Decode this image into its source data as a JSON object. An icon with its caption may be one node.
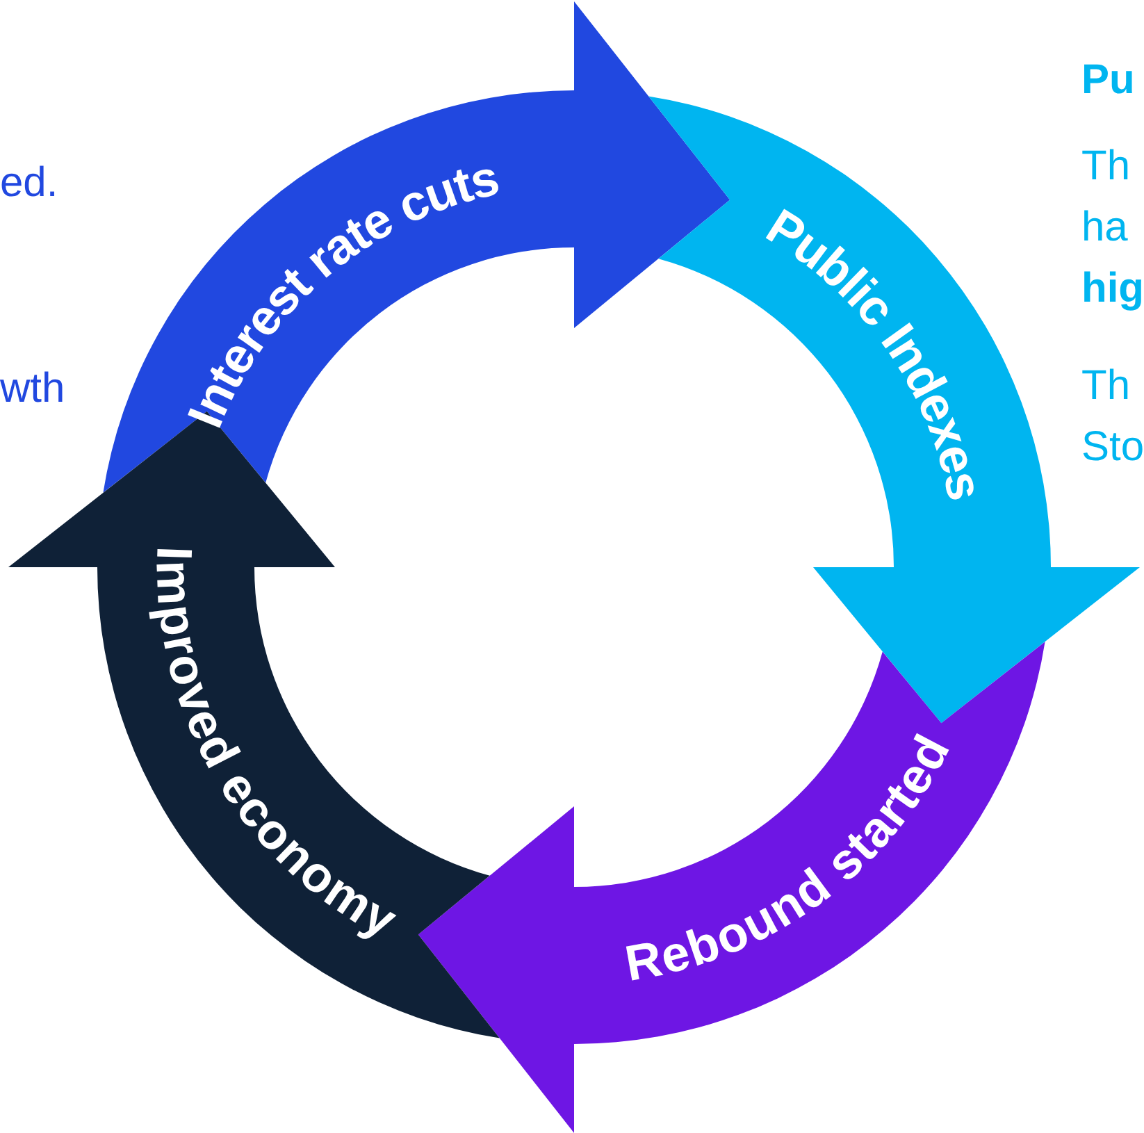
{
  "diagram": {
    "nodes": [
      {
        "text": [
          "Interest rate cuts"
        ]
      },
      {
        "text": [
          "Public Indexes"
        ]
      },
      {
        "text": [
          "Rebound started"
        ]
      },
      {
        "text": [
          "Improved economy"
        ]
      }
    ],
    "labels": [
      "ed.",
      "wth",
      "Pu",
      "Th ha **hig**",
      "Th Sto"
    ]
  }
}
